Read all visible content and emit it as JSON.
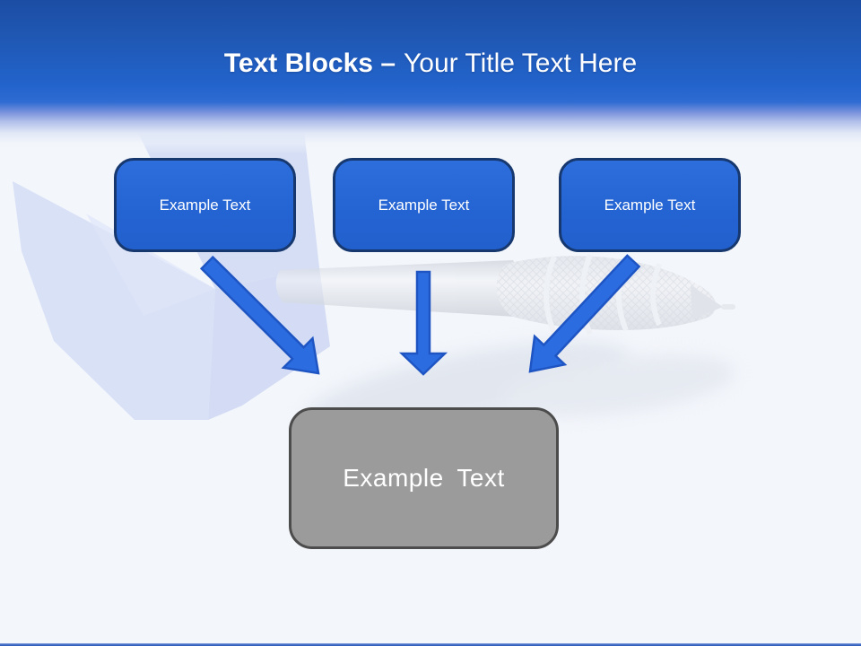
{
  "slide": {
    "title": {
      "bold": "Text Blocks –",
      "regular": "Your Title Text Here"
    },
    "text_blocks": [
      {
        "label": "Example Text"
      },
      {
        "label": "Example Text"
      },
      {
        "label": "Example Text"
      }
    ],
    "summary_block": {
      "label": "Example Text"
    },
    "icons": {
      "connector_arrows": [
        "arrow-down-right",
        "arrow-down",
        "arrow-down-left"
      ],
      "background_image": "dart-photo-faded"
    },
    "colors": {
      "header_blue_top": "#1c4da4",
      "header_blue_mid": "#2466d0",
      "body_background": "#f3f6fb",
      "block_fill": "#2767d4",
      "block_border": "#16386e",
      "arrow_fill": "#2b6ce1",
      "arrow_border": "#1e55c3",
      "summary_fill": "#9b9b9b",
      "summary_border": "#4c4c4c",
      "accent_line": "#3d6ac6",
      "title_text": "#ffffff"
    }
  }
}
